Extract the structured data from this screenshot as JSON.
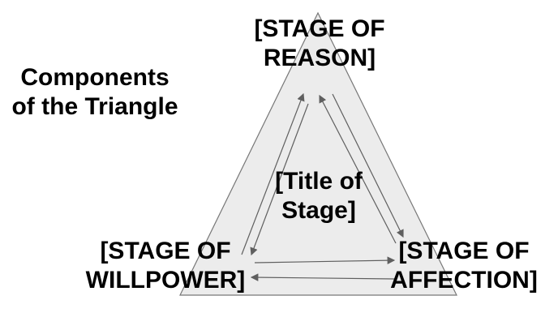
{
  "diagram": {
    "title_lines": [
      "Components",
      "of the Triangle"
    ],
    "center_lines": [
      "[Title of",
      "Stage]"
    ],
    "nodes": {
      "reason": {
        "lines": [
          "[STAGE OF",
          "REASON]"
        ]
      },
      "willpower": {
        "lines": [
          "[STAGE OF",
          "WILLPOWER]"
        ]
      },
      "affection": {
        "lines": [
          "[STAGE OF",
          "AFFECTION]"
        ]
      }
    },
    "colors": {
      "triangle_fill": "#ececec",
      "triangle_stroke": "#777777",
      "arrow": "#5f5f5f",
      "text": "#000000"
    }
  }
}
